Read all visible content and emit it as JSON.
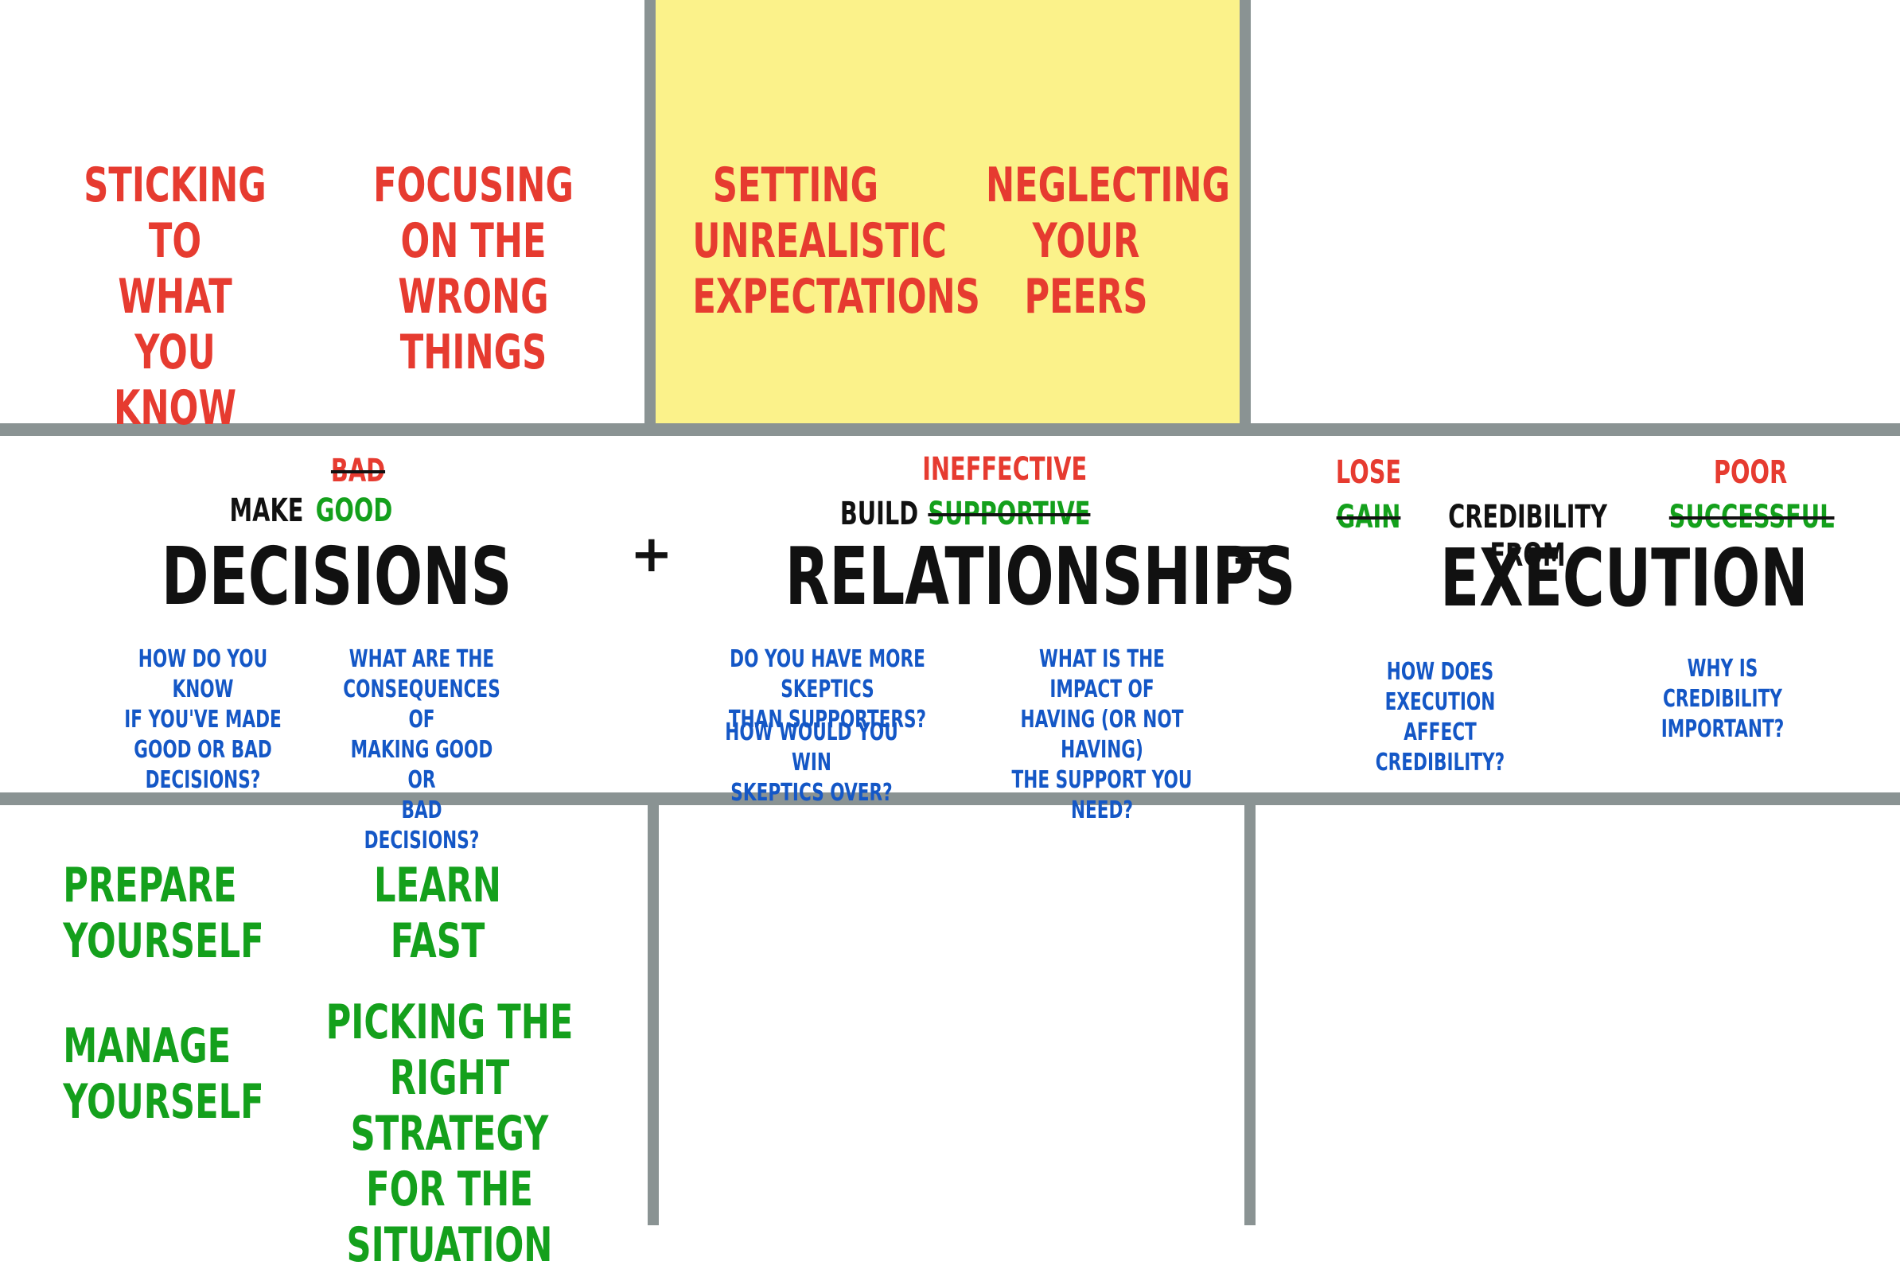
{
  "top": {
    "card1": "STICKING TO\nWHAT YOU\nKNOW",
    "card2": "FOCUSING ON THE\nWRONG THINGS",
    "card3": "SETTING\nUNREALISTIC\nEXPECTATIONS",
    "card4": "NEGLECTING\nYOUR PEERS"
  },
  "decisions": {
    "struck": "BAD",
    "prefix": "MAKE",
    "replacement": "GOOD",
    "word": "DECISIONS",
    "q1": "HOW DO YOU KNOW\nIF YOU'VE MADE\nGOOD OR BAD\nDECISIONS?",
    "q2": "WHAT ARE THE\nCONSEQUENCES OF\nMAKING GOOD OR\nBAD DECISIONS?"
  },
  "plus": "+",
  "relationships": {
    "replacement": "INEFFECTIVE",
    "prefix": "BUILD",
    "struck": "SUPPORTIVE",
    "word": "RELATIONSHIPS",
    "q1": "DO YOU HAVE MORE SKEPTICS\nTHAN SUPPORTERS?",
    "q2": "HOW WOULD YOU WIN\nSKEPTICS OVER?",
    "q3": "WHAT IS THE IMPACT OF\nHAVING (OR NOT HAVING)\nTHE SUPPORT YOU NEED?"
  },
  "equals": "=",
  "execution": {
    "replacement1": "LOSE",
    "replacement2": "POOR",
    "struck1": "GAIN",
    "middle": "CREDIBILITY FROM",
    "struck2": "SUCCESSFUL",
    "word": "EXECUTION",
    "q1": "HOW DOES EXECUTION\nAFFECT CREDIBILITY?",
    "q2": "WHY IS CREDIBILITY\nIMPORTANT?"
  },
  "bottom": {
    "item1": "PREPARE\nYOURSELF",
    "item2": "LEARN FAST",
    "item3": "MANAGE\nYOURSELF",
    "item4": "PICKING THE\nRIGHT STRATEGY\nFOR THE SITUATION"
  },
  "colors": {
    "negative": "#e63b30",
    "positive": "#14a01c",
    "question": "#1457c6",
    "grid": "#8a9393",
    "sticky": "#fbf28a"
  }
}
